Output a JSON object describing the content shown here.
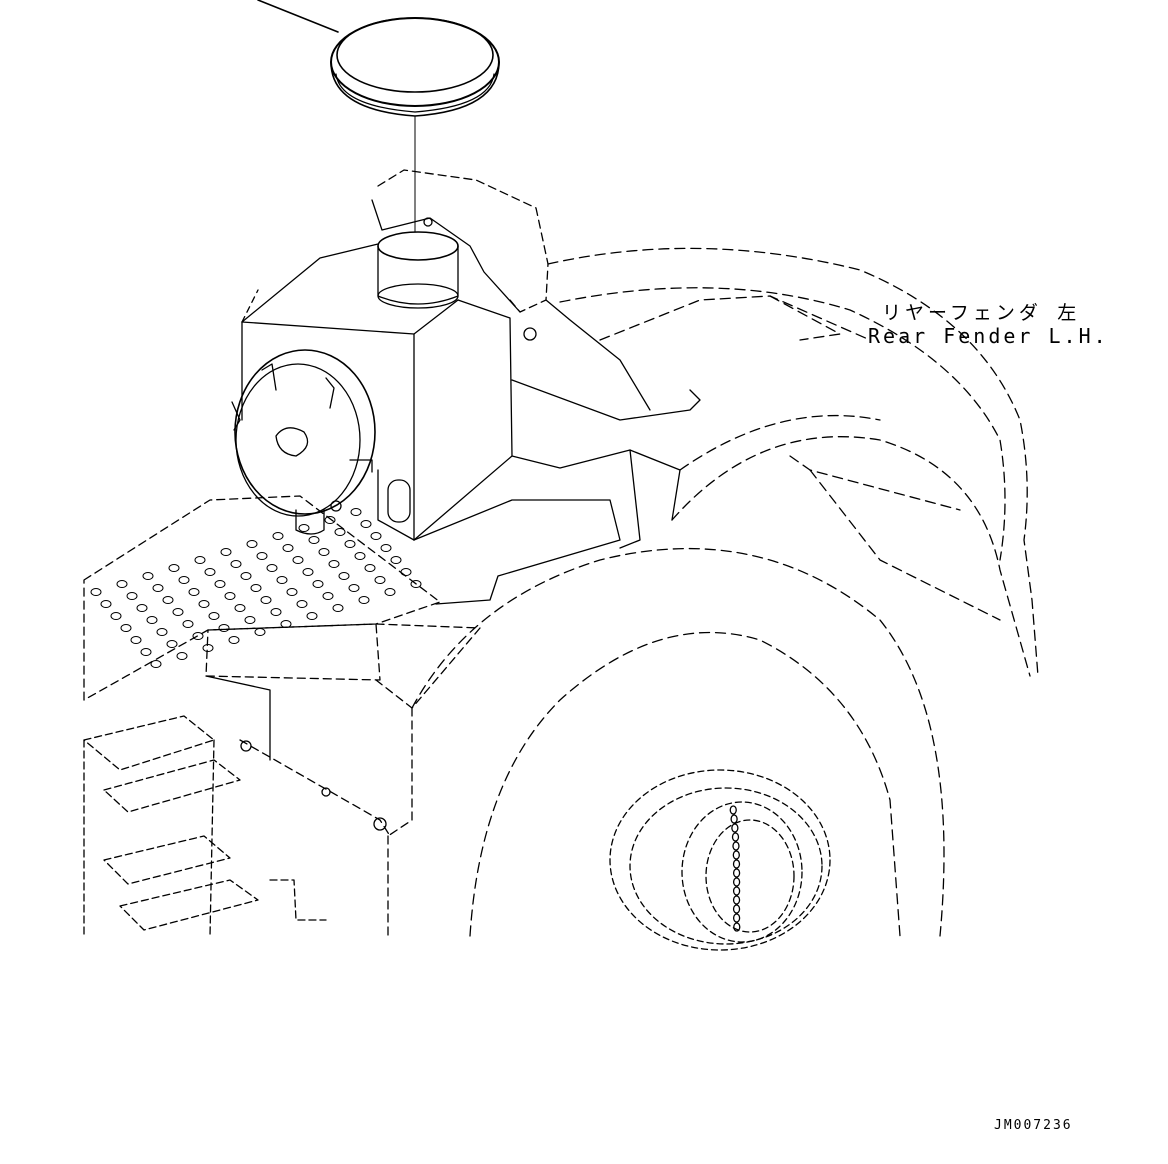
{
  "callout": {
    "label_jp": "リヤーフェンダ 左",
    "label_en": "Rear Fender L.H."
  },
  "drawing_id": "JM007236"
}
